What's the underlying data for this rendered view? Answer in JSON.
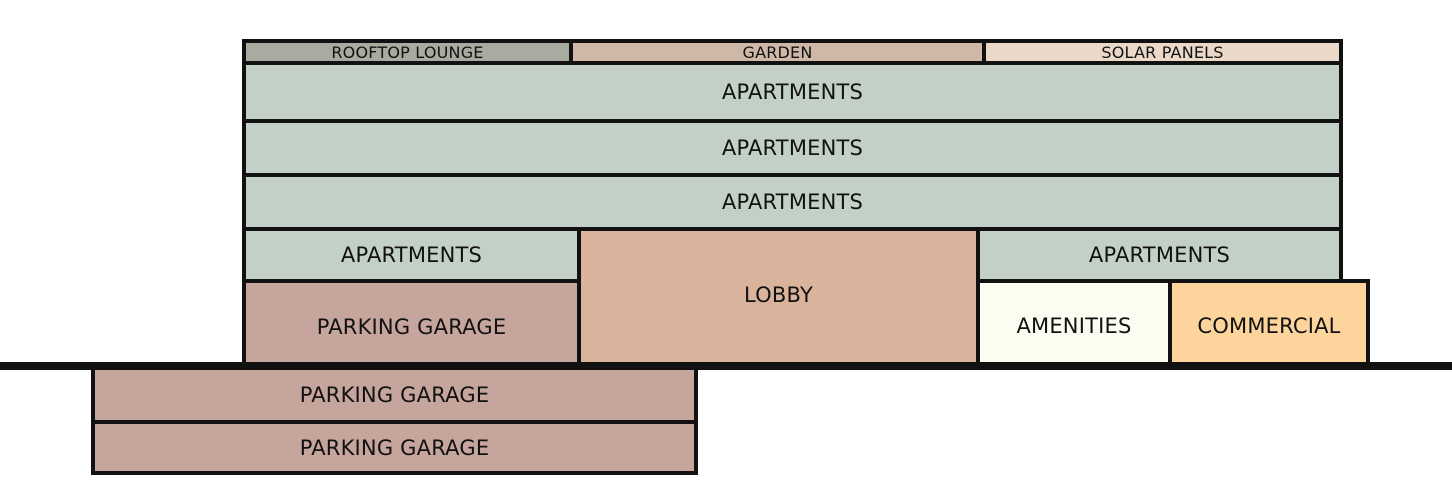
{
  "diagram": {
    "roof": {
      "rooftop_lounge": "ROOFTOP LOUNGE",
      "garden": "GARDEN",
      "solar_panels": "SOLAR PANELS"
    },
    "floors": {
      "apartments_top": "APARTMENTS",
      "apartments_upper": "APARTMENTS",
      "apartments_mid": "APARTMENTS",
      "apartments_left": "APARTMENTS",
      "apartments_right": "APARTMENTS",
      "lobby": "LOBBY",
      "parking_ground": "PARKING GARAGE",
      "amenities": "AMENITIES",
      "commercial": "COMMERCIAL"
    },
    "basement": {
      "parking_b1": "PARKING GARAGE",
      "parking_b2": "PARKING GARAGE"
    },
    "colors": {
      "rooftop_lounge": "#a8aca0",
      "garden": "#d0b8a8",
      "solar_panels": "#ead8c8",
      "apartments": "#c3d0c8",
      "lobby": "#dab39c",
      "parking": "#c6a59c",
      "amenities": "#fdfcf0",
      "commercial": "#fdd59c",
      "outline": "#111111"
    }
  }
}
